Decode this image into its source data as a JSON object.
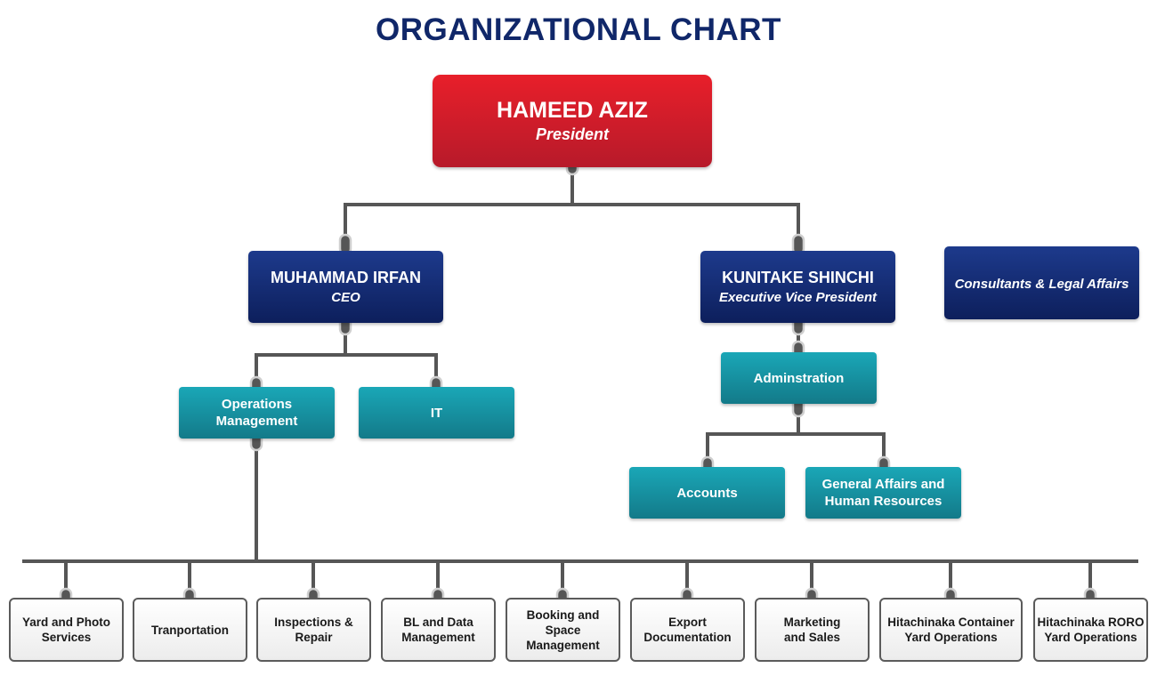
{
  "title": "ORGANIZATIONAL CHART",
  "president": {
    "name": "HAMEED AZIZ",
    "role": "President"
  },
  "ceo": {
    "name": "MUHAMMAD IRFAN",
    "role": "CEO"
  },
  "evp": {
    "name": "KUNITAKE SHINCHI",
    "role": "Executive Vice President"
  },
  "consultants": {
    "role": "Consultants & Legal Affairs"
  },
  "departments": {
    "operations_management": "Operations Management",
    "it": "IT",
    "administration": "Adminstration",
    "accounts": "Accounts",
    "general_affairs": "General Affairs and Human Resources"
  },
  "operations_units": [
    "Yard and Photo Services",
    "Tranportation",
    "Inspections & Repair",
    "BL and Data Management",
    "Booking and Space Management",
    "Export Documentation",
    "Marketing and Sales",
    "Hitachinaka Container Yard Operations",
    "Hitachinaka RORO Yard Operations"
  ],
  "colors": {
    "title": "#102769",
    "president_box": "#d41d2a",
    "executive_box": "#142c72",
    "department_box": "#178f9f",
    "unit_box_border": "#5b5b5b",
    "connector": "#565656",
    "connector_pin": "#cfcfcf"
  }
}
